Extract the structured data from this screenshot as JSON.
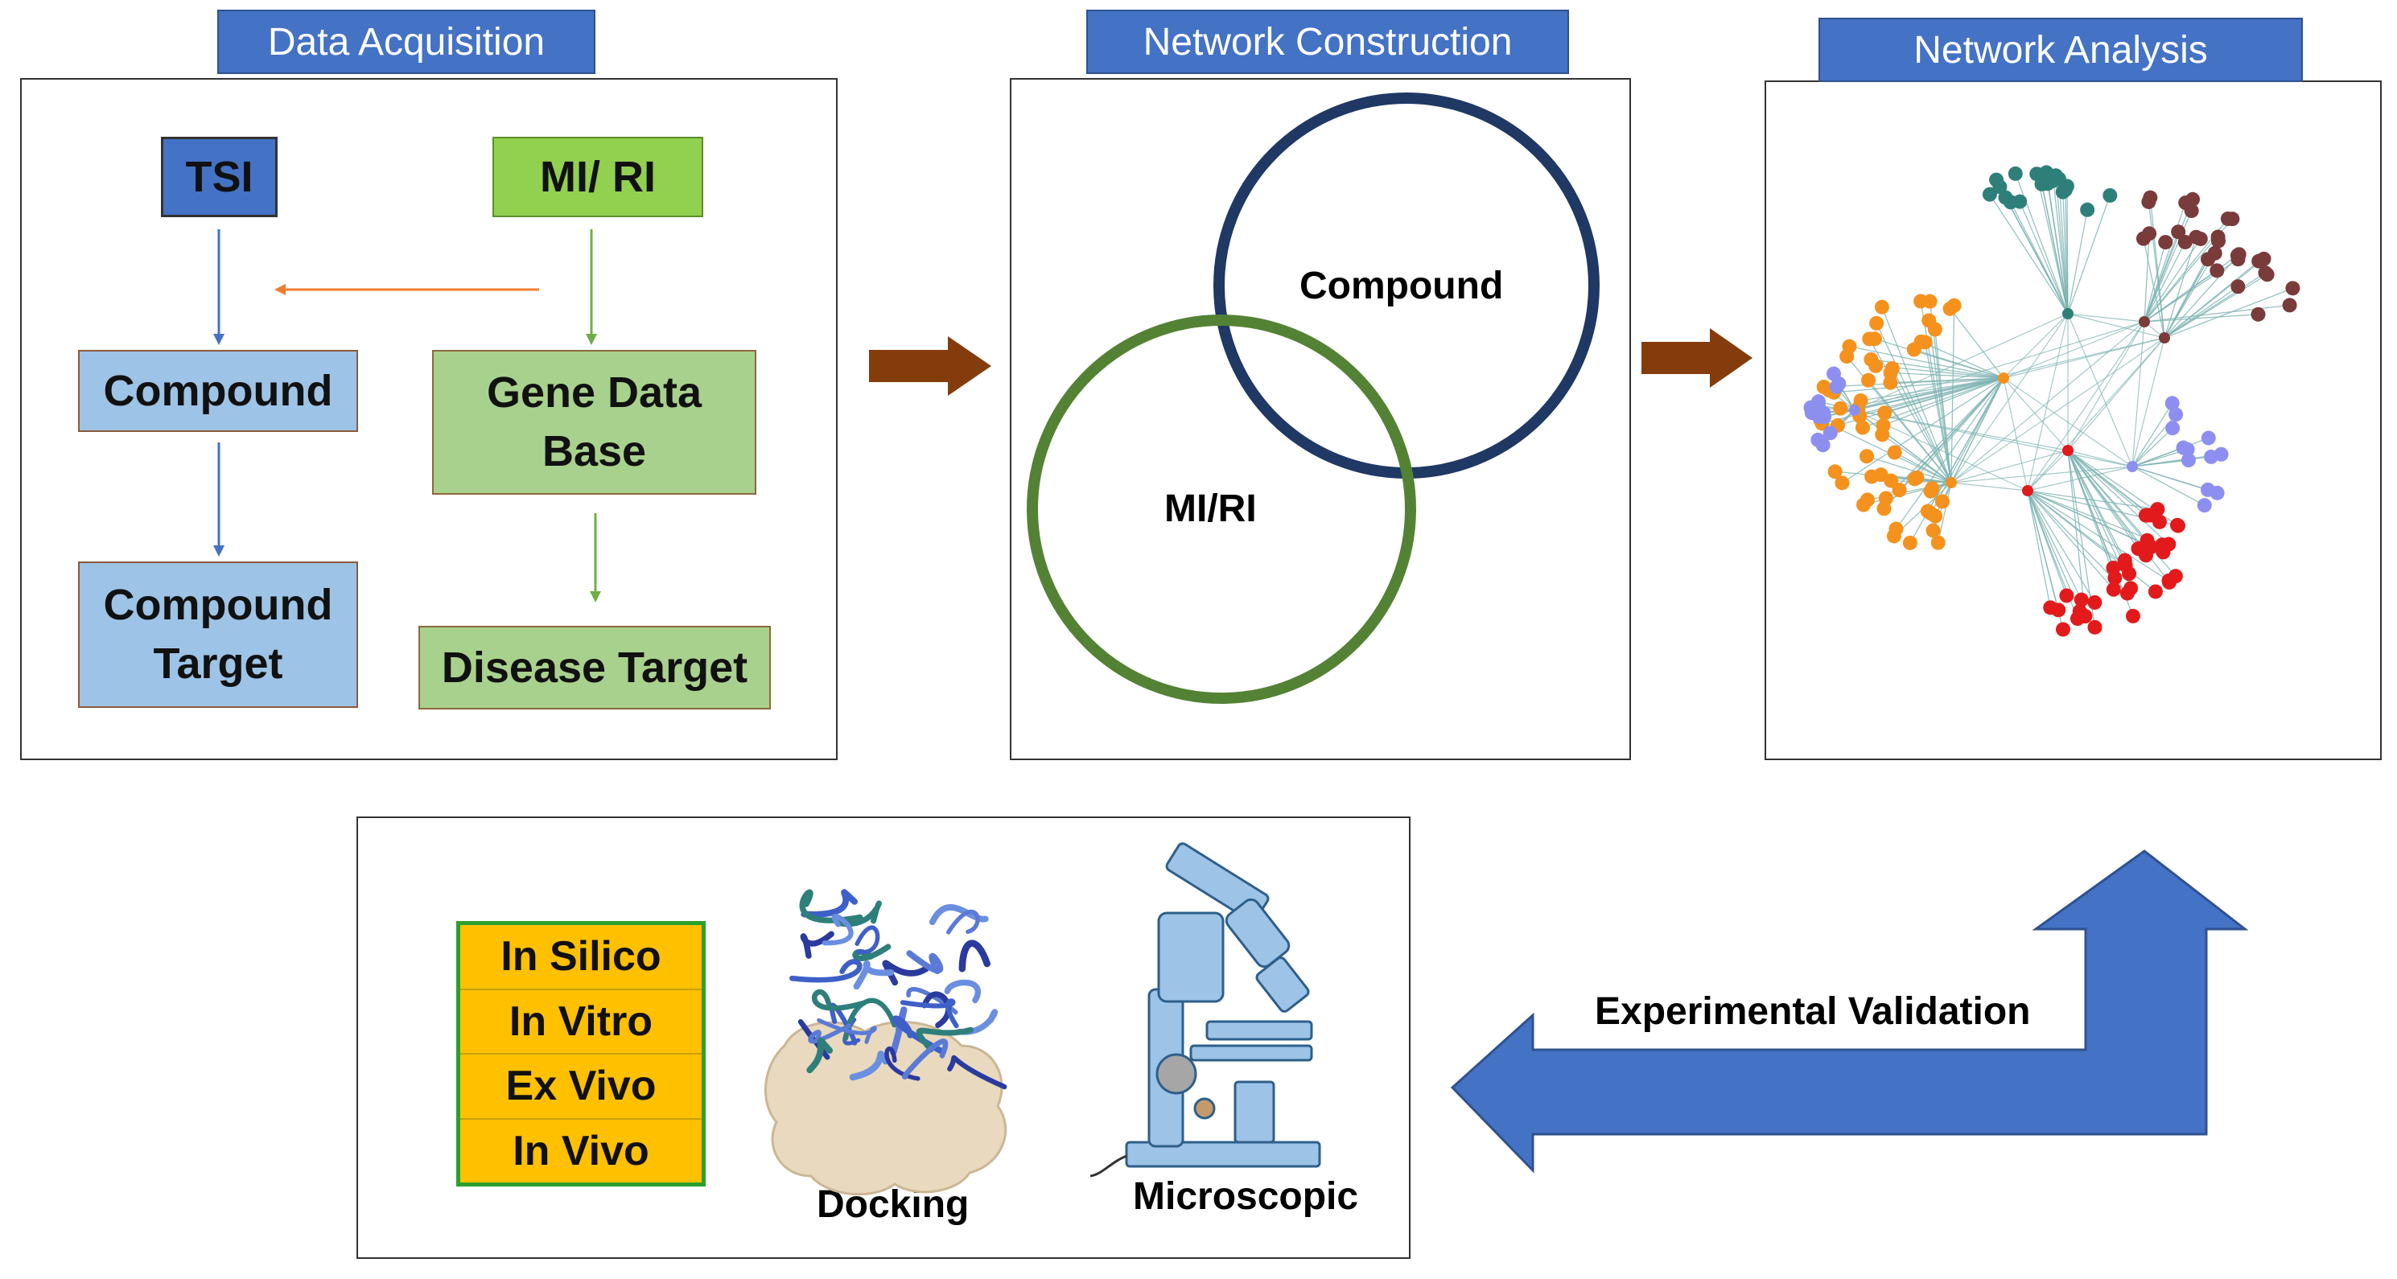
{
  "headers": {
    "acquisition": "Data Acquisition",
    "construction": "Network Construction",
    "analysis": "Network Analysis"
  },
  "acquisition": {
    "tsi": "TSI",
    "mi_ri": "MI/ RI",
    "compound": "Compound",
    "compound_target": "Compound Target",
    "gene_db": "Gene Data Base",
    "disease_target": "Disease Target"
  },
  "construction": {
    "compound": "Compound",
    "mi_ri": "MI/RI"
  },
  "validation": {
    "levels": [
      "In Silico",
      "In Vitro",
      "Ex Vivo",
      "In Vivo"
    ],
    "docking": "Docking",
    "microscopic": "Microscopic",
    "experimental": "Experimental Validation"
  },
  "colors": {
    "header_blue": "#4472c4",
    "arrow_brown": "#843c0c",
    "compound_circle": "#1f3864",
    "mi_ri_circle": "#548235",
    "cluster_teal": "#2e7f7a",
    "cluster_brown": "#7a3b3b",
    "cluster_orange": "#f5921e",
    "cluster_purple": "#8d8ff0",
    "cluster_red": "#e31a1c"
  }
}
